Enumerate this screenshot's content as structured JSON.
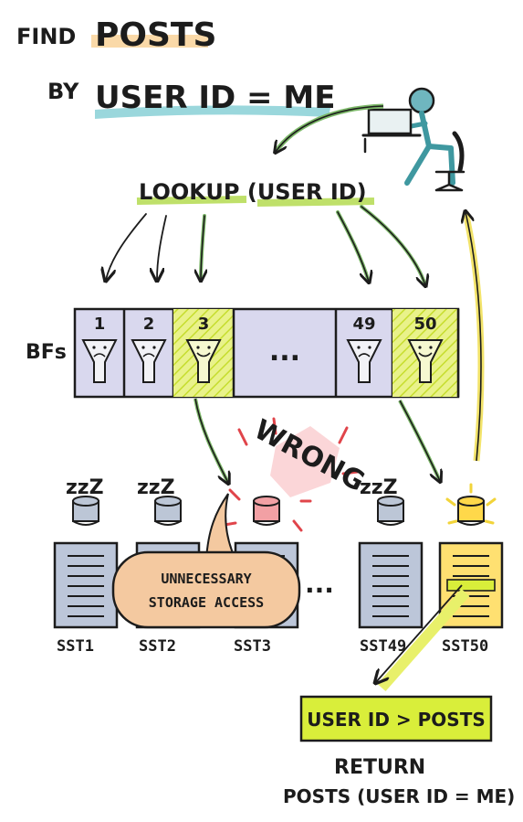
{
  "title": {
    "line1_prefix": "FIND",
    "line1_highlight": "POSTS",
    "line2_prefix": "BY",
    "line2_highlight": "USER ID = ME"
  },
  "lookup_label": "LOOKUP (USER ID)",
  "bf_label": "BFs",
  "bloom_filters": [
    {
      "label": "1",
      "state": "sad",
      "highlighted": false
    },
    {
      "label": "2",
      "state": "sad",
      "highlighted": false
    },
    {
      "label": "3",
      "state": "happy",
      "highlighted": true
    },
    {
      "label": "...",
      "state": "ellipsis",
      "highlighted": false
    },
    {
      "label": "49",
      "state": "sad",
      "highlighted": false
    },
    {
      "label": "50",
      "state": "happy",
      "highlighted": true
    }
  ],
  "sleep_text": "zzZ",
  "wrong_label": "WRONG",
  "callout": {
    "line1": "UNNECESSARY",
    "line2": "STORAGE ACCESS"
  },
  "sstables": [
    {
      "label": "SST1",
      "state": "sleeping"
    },
    {
      "label": "SST2",
      "state": "sleeping"
    },
    {
      "label": "SST3",
      "state": "wrong"
    },
    {
      "label": "SST49",
      "state": "sleeping"
    },
    {
      "label": "SST50",
      "state": "found"
    }
  ],
  "ellipsis": "...",
  "result_box": "USER ID > POSTS",
  "return_label": "RETURN",
  "return_value": "POSTS (USER ID = ME)",
  "colors": {
    "bf_fill": "#d9d8ee",
    "highlight_green": "#d6ec3a",
    "highlight_yellow": "#ffd84a",
    "arrow_green": "#5a9a48",
    "orange": "#f2c79a",
    "red": "#e0444a",
    "teal": "#3f98a0",
    "storage_fill": "#b9c5d9"
  }
}
